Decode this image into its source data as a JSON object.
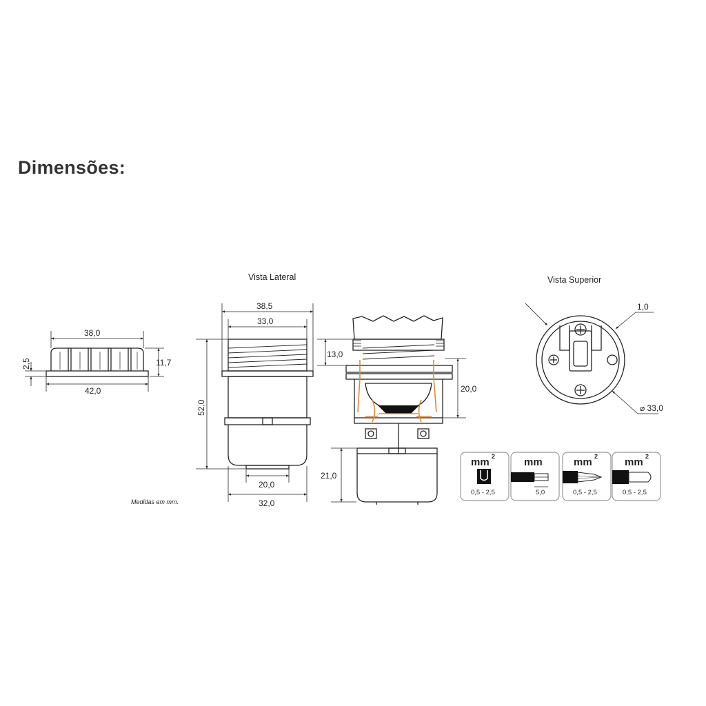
{
  "page": {
    "title": "Dimensões:"
  },
  "views": {
    "lateral": "Vista Lateral",
    "superior": "Vista Superior"
  },
  "ring": {
    "width_top": "38,0",
    "width_bottom": "42,0",
    "height": "11,7",
    "flange": "2,5"
  },
  "side": {
    "outer_top": "38,5",
    "thread": "33,0",
    "height": "52,0",
    "base": "20,0",
    "body": "32,0"
  },
  "section": {
    "thread_height": "13,0",
    "contact_height": "20,0",
    "base_height": "21,0"
  },
  "top": {
    "wall": "1,0",
    "diameter": "⌀ 33,0"
  },
  "note": "Medidas em mm.",
  "wiring": [
    {
      "unit": "mm",
      "sup": "2",
      "range": "0,5 - 2,5",
      "icon": "clamp-terminal-icon"
    },
    {
      "unit": "mm",
      "sup": "",
      "range": "5,0",
      "icon": "stripped-wire-icon"
    },
    {
      "unit": "mm",
      "sup": "2",
      "range": "0,5 - 2,5",
      "icon": "multi-strand-wire-icon"
    },
    {
      "unit": "mm",
      "sup": "2",
      "range": "0,5 - 2,5",
      "icon": "solid-wire-icon"
    }
  ],
  "colors": {
    "line": "#222222",
    "accent": "#d98a3a",
    "dark_fill": "#111111"
  }
}
